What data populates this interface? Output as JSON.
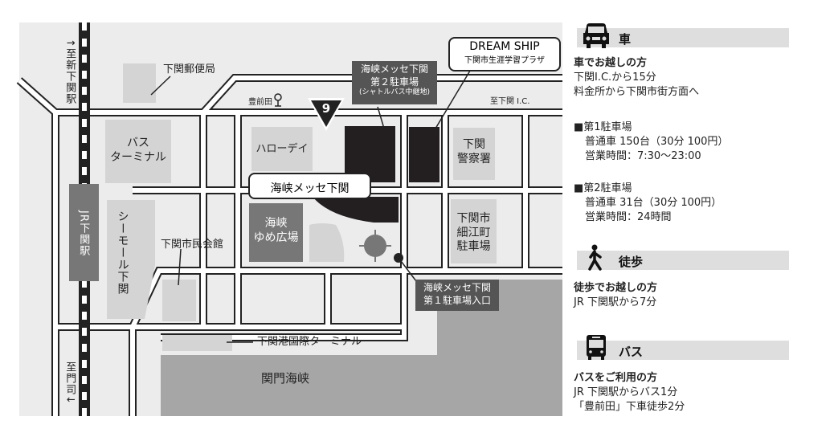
{
  "map": {
    "station_north": "↑至新下関駅",
    "station_south": "至門司↓",
    "jr_station": "JR下関駅",
    "post_office": "下関郵便局",
    "bus_terminal": [
      "バス",
      "ターミナル"
    ],
    "sea_mall": "シーモール下関",
    "civic_hall": "下関市民会館",
    "bus_stop": "豊前田",
    "route_number": "9",
    "hello_day": "ハローデイ",
    "parking2_label": [
      "海峡メッセ下関",
      "第２駐車場",
      "(シャトルバス中継地)"
    ],
    "dream_ship": [
      "DREAM SHIP",
      "下関市生涯学習プラザ"
    ],
    "to_ic": "至下関 I.C.",
    "police": [
      "下関",
      "警察署"
    ],
    "messe": "海峡メッセ下関",
    "yume_hiroba": [
      "海峡",
      "ゆめ広場"
    ],
    "hosoe_parking": [
      "下関市",
      "細江町",
      "駐車場"
    ],
    "parking1_entrance": [
      "海峡メッセ下関",
      "第１駐車場入口"
    ],
    "port_terminal": "下関港国際ターミナル",
    "strait": "関門海峡"
  },
  "panel": {
    "car": {
      "icon": "car-icon",
      "title": "車",
      "heading": "車でお越しの方",
      "lines": [
        "下関I.C.から15分",
        "料金所から下関市街方面へ"
      ],
      "lot1": {
        "name": "■第1駐車場",
        "spaces": "普通車 150台（30分 100円）",
        "hours": "営業時間：7:30〜23:00"
      },
      "lot2": {
        "name": "■第2駐車場",
        "spaces": "普通車 31台（30分 100円）",
        "hours": "営業時間：24時間"
      }
    },
    "walk": {
      "icon": "walking-person-icon",
      "title": "徒歩",
      "heading": "徒歩でお越しの方",
      "lines": [
        "JR 下関駅から7分"
      ]
    },
    "bus": {
      "icon": "bus-icon",
      "title": "バス",
      "heading": "バスをご利用の方",
      "lines": [
        "JR 下関駅からバス1分",
        "「豊前田」下車徒歩2分"
      ]
    }
  },
  "colors": {
    "map_bg": "#ececec",
    "building": "#d4d4d4",
    "dark_building": "#777777",
    "parking": "#231f20",
    "sea": "#a6a6a6",
    "label_box": "#555555",
    "header_bar": "#dedede"
  }
}
